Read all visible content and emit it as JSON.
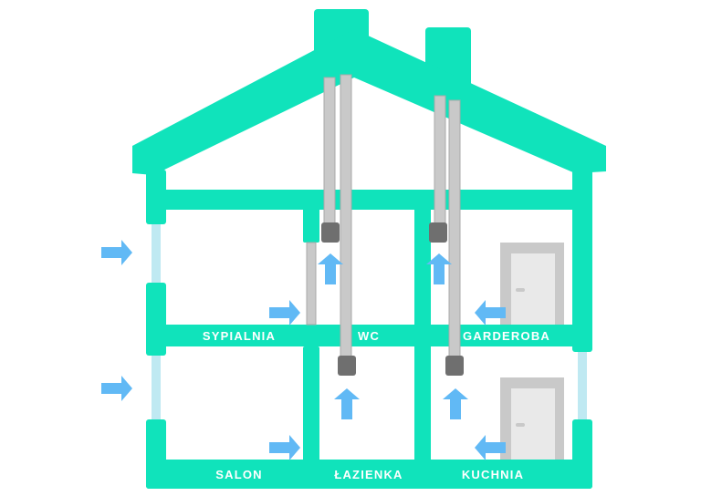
{
  "colors": {
    "house": "#10e3bb",
    "duct": "#c9c9c9",
    "duct_outline": "#a9a9a9",
    "vent": "#6f6f6f",
    "arrow": "#61b9f5",
    "window": "#bfe9f2",
    "door": "#c9c9c9",
    "door_panel": "#e9e9e9",
    "label": "#ffffff"
  },
  "rooms": {
    "upper_left": "SYPIALNIA",
    "upper_middle": "WC",
    "upper_right": "GARDEROBA",
    "lower_left": "SALON",
    "lower_middle": "ŁAZIENKA",
    "lower_right": "KUCHNIA"
  },
  "icons": {
    "arrow": "arrow-right-icon",
    "vent": "exhaust-vent-icon",
    "door": "door-icon"
  }
}
